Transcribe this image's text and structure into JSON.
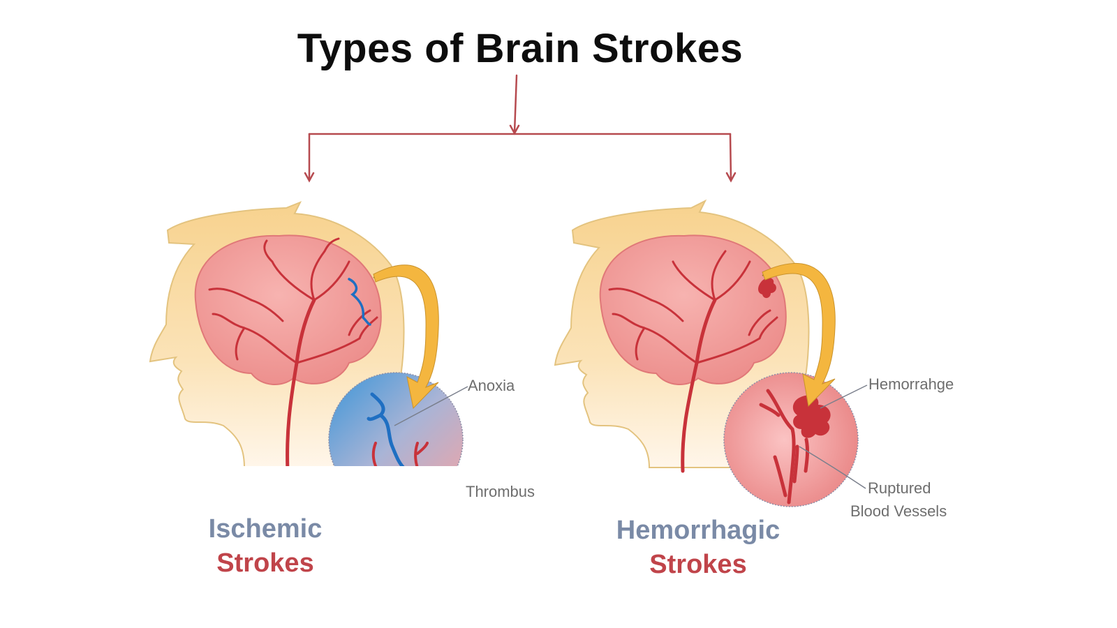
{
  "title": "Types of Brain Strokes",
  "colors": {
    "connector": "#b64a4f",
    "skin": "#f7d99a",
    "skin_outline": "#e0c07a",
    "brain": "#ef9a9a",
    "artery": "#c8323a",
    "blocked_vessel": "#1f6fc2",
    "arrow": "#f4b63f",
    "type_primary": "#7a8aa6",
    "type_secondary": "#c0444a",
    "label_text": "#6e6e6e"
  },
  "branches": [
    {
      "id": "ischemic",
      "primary": "Ischemic",
      "secondary": "Strokes",
      "callouts": [
        {
          "text": "Anoxia"
        },
        {
          "text": "Thrombus"
        }
      ]
    },
    {
      "id": "hemorrhagic",
      "primary": "Hemorrhagic",
      "secondary": "Strokes",
      "callouts": [
        {
          "text": "Hemorrahge"
        },
        {
          "text": "Ruptured"
        },
        {
          "text": "Blood Vessels"
        }
      ]
    }
  ]
}
